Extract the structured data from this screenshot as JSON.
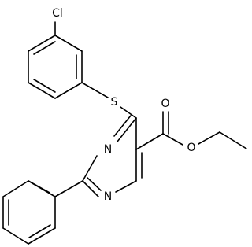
{
  "atoms": {
    "cl": "Cl",
    "s": "S",
    "n1": "N",
    "n2": "N",
    "o_carbonyl": "O",
    "o_ester": "O"
  },
  "colors": {
    "bond": "#000000",
    "text": "#000000",
    "background": "#ffffff"
  }
}
